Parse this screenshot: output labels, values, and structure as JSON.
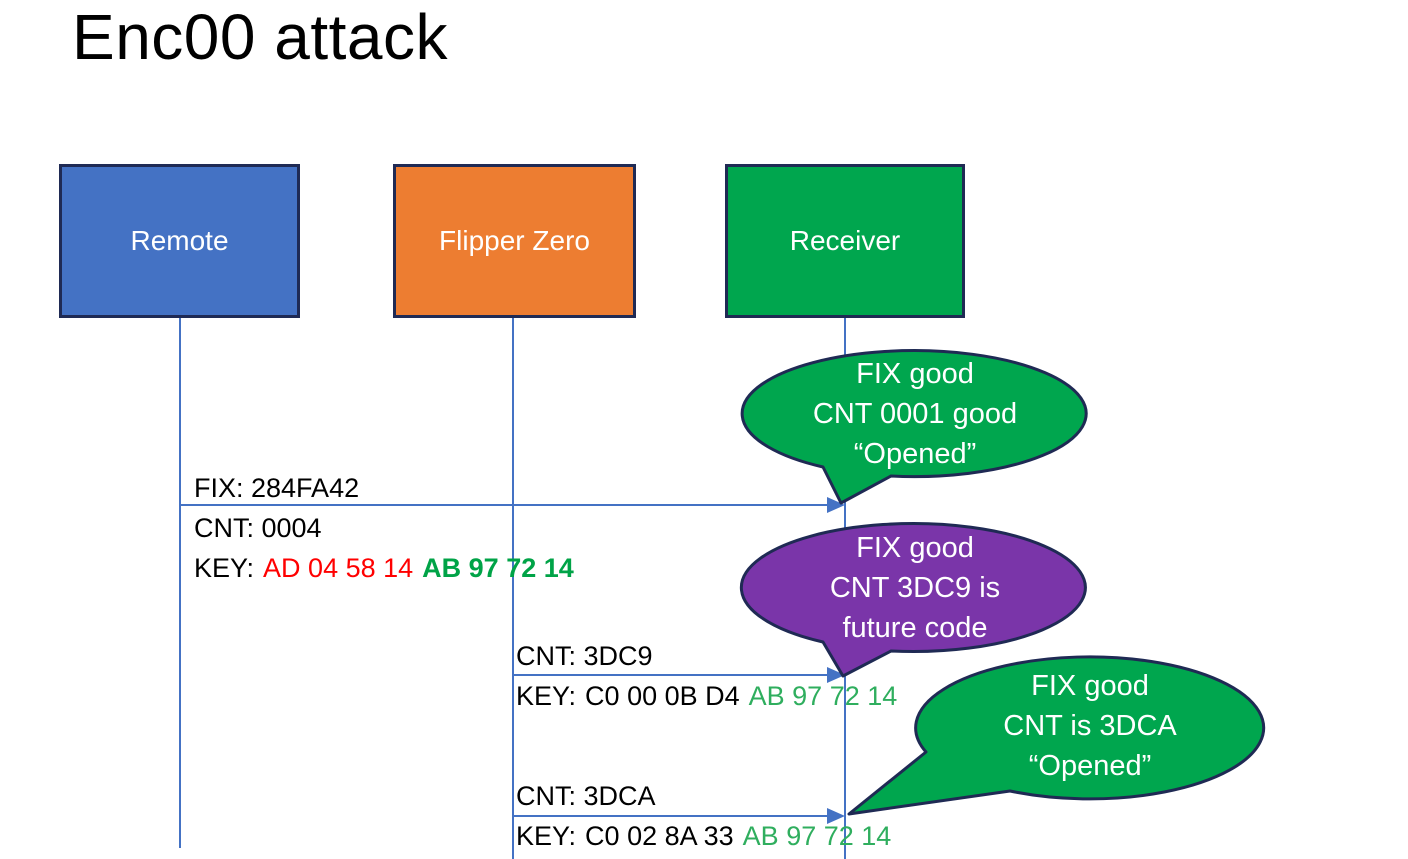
{
  "slide": {
    "title": "Enc00 attack"
  },
  "actors": [
    {
      "label": "Remote",
      "fill": "#4472C4"
    },
    {
      "label": "Flipper Zero",
      "fill": "#ED7D31"
    },
    {
      "label": "Receiver",
      "fill": "#00A64E"
    }
  ],
  "messages": {
    "m1": {
      "fix": "FIX: 284FA42",
      "cnt": "CNT: 0004",
      "key_label": "KEY:",
      "key_red": "AD 04 58 14",
      "key_green": "AB 97 72 14"
    },
    "m2": {
      "cnt": "CNT: 3DC9",
      "key_label": "KEY:",
      "key_black": "C0 00 0B D4",
      "key_green": "AB 97 72 14"
    },
    "m3": {
      "cnt": "CNT: 3DCA",
      "key_label": "KEY:",
      "key_black": "C0 02 8A 33",
      "key_green": "AB 97 72 14"
    }
  },
  "callouts": [
    {
      "fill": "#00A64E",
      "lines": [
        "FIX good",
        "CNT 0001 good",
        "“Opened”"
      ]
    },
    {
      "fill": "#7A35A9",
      "lines": [
        "FIX good",
        "CNT 3DC9 is",
        "future code"
      ]
    },
    {
      "fill": "#00A64E",
      "lines": [
        "FIX good",
        "CNT is 3DCA",
        "“Opened”"
      ]
    }
  ],
  "colors": {
    "accent_blue": "#4472C4",
    "accent_orange": "#ED7D31",
    "green": "#00A64E",
    "purple": "#7A35A9",
    "shape_border": "#1F2A54",
    "arrow_blue": "#4472C4",
    "key_red": "#FF0000",
    "key_green_bold": "#00A347",
    "key_green": "#2FAE5E",
    "text_black": "#000000"
  }
}
